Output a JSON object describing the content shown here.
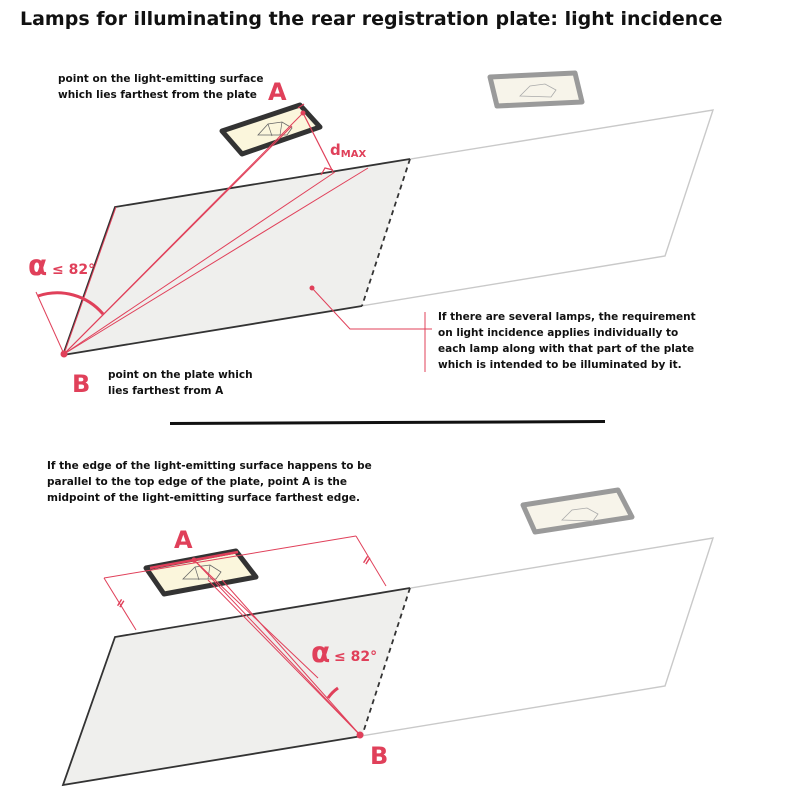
{
  "title": "Lamps for illuminating the rear registration plate: light incidence",
  "top_diagram": {
    "point_a_label": "A",
    "point_b_label": "B",
    "dmax_label": "d",
    "dmax_subscript": "MAX",
    "alpha_symbol": "α",
    "alpha_condition": "≤ 82°",
    "note_a": [
      "point on the light-emitting surface",
      "which lies farthest from the plate"
    ],
    "note_b": [
      "point on the plate which",
      "lies farthest from A"
    ],
    "note_several_lamps": [
      "If there are several lamps, the requirement",
      "on light incidence applies individually to",
      "each lamp along with that part of the plate",
      "which is intended to be illuminated by it."
    ]
  },
  "bottom_diagram": {
    "note_edge": [
      "If the edge of the light-emitting surface happens to be",
      "parallel to the top edge of the plate, point A is the",
      "midpoint of the light-emitting surface farthest edge."
    ],
    "point_a_label": "A",
    "point_b_label": "B",
    "alpha_symbol": "α",
    "alpha_condition": "≤ 82°",
    "equal_mark": "="
  },
  "colors": {
    "accent": "#e0405a",
    "plate_fill": "#efefed",
    "lamp_fill": "#fbf6dc",
    "lamp_frame": "#333333",
    "ghost_frame": "#9a9a9a"
  }
}
